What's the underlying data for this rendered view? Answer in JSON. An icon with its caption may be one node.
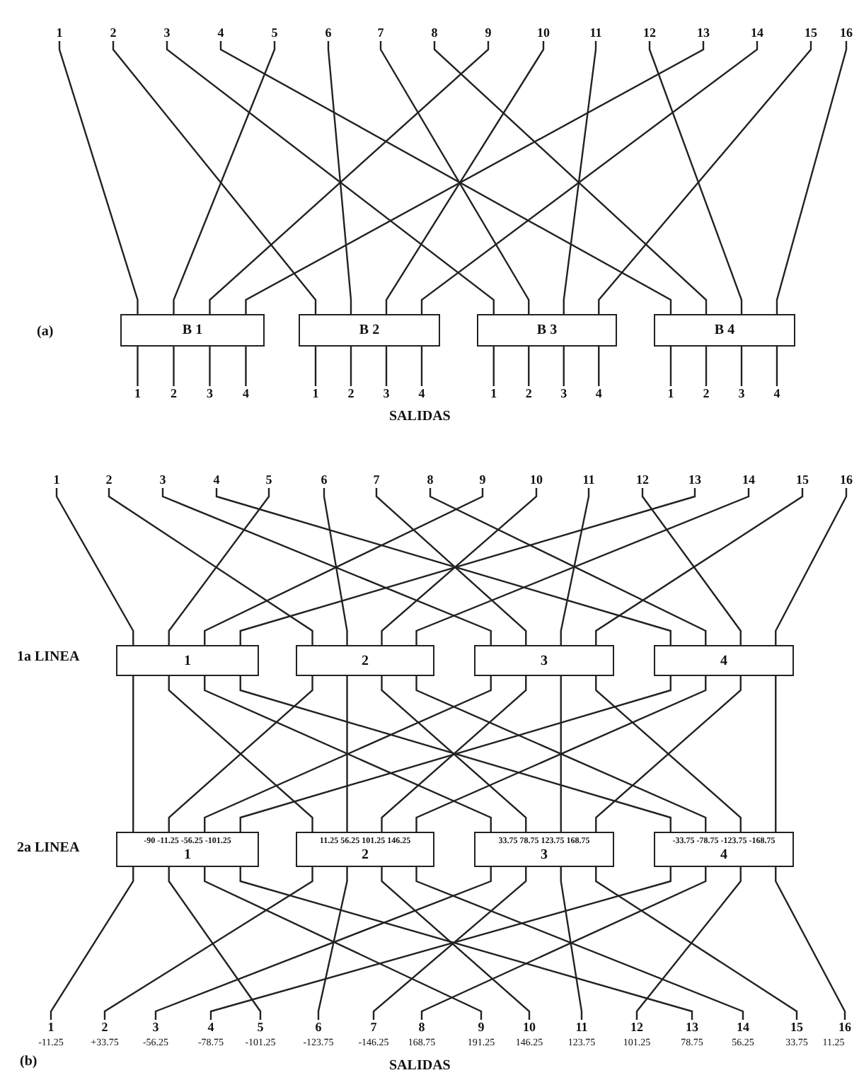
{
  "diagram": {
    "nodes": [
      {
        "text": [
          "1"
        ]
      },
      {
        "text": [
          "2"
        ]
      },
      {
        "text": [
          "3"
        ]
      },
      {
        "text": [
          "4"
        ]
      },
      {
        "text": [
          "5"
        ]
      },
      {
        "text": [
          "6"
        ]
      },
      {
        "text": [
          "7"
        ]
      },
      {
        "text": [
          "8"
        ]
      },
      {
        "text": [
          "9"
        ]
      },
      {
        "text": [
          "10"
        ]
      },
      {
        "text": [
          "11"
        ]
      },
      {
        "text": [
          "12"
        ]
      },
      {
        "text": [
          "13"
        ]
      },
      {
        "text": [
          "14"
        ]
      },
      {
        "text": [
          "15"
        ]
      },
      {
        "text": [
          "16"
        ]
      },
      {
        "text": [
          "B 1"
        ]
      },
      {
        "text": [
          "B 2"
        ]
      },
      {
        "text": [
          "B 3"
        ]
      },
      {
        "text": [
          "B 4"
        ]
      },
      {
        "text": [
          "1"
        ]
      },
      {
        "text": [
          "2"
        ]
      },
      {
        "text": [
          "3"
        ]
      },
      {
        "text": [
          "4"
        ]
      },
      {
        "text": [
          "1"
        ]
      },
      {
        "text": [
          "2"
        ]
      },
      {
        "text": [
          "3"
        ]
      },
      {
        "text": [
          "4"
        ]
      },
      {
        "text": [
          "1"
        ]
      },
      {
        "text": [
          "2"
        ]
      },
      {
        "text": [
          "3"
        ]
      },
      {
        "text": [
          "4"
        ]
      },
      {
        "text": [
          "1"
        ]
      },
      {
        "text": [
          "2"
        ]
      },
      {
        "text": [
          "3"
        ]
      },
      {
        "text": [
          "4"
        ]
      },
      {
        "text": [
          "1"
        ]
      },
      {
        "text": [
          "2"
        ]
      },
      {
        "text": [
          "3"
        ]
      },
      {
        "text": [
          "4"
        ]
      },
      {
        "text": [
          "5"
        ]
      },
      {
        "text": [
          "6"
        ]
      },
      {
        "text": [
          "7"
        ]
      },
      {
        "text": [
          "8"
        ]
      },
      {
        "text": [
          "9"
        ]
      },
      {
        "text": [
          "10"
        ]
      },
      {
        "text": [
          "11"
        ]
      },
      {
        "text": [
          "12"
        ]
      },
      {
        "text": [
          "13"
        ]
      },
      {
        "text": [
          "14"
        ]
      },
      {
        "text": [
          "15"
        ]
      },
      {
        "text": [
          "16"
        ]
      },
      {
        "text": [
          "1"
        ]
      },
      {
        "text": [
          "2"
        ]
      },
      {
        "text": [
          "3"
        ]
      },
      {
        "text": [
          "4"
        ]
      },
      {
        "text": [
          "-90 -11.25 -56.25 -101.25",
          "1"
        ]
      },
      {
        "text": [
          "11.25 56.25 101.25 146.25",
          "2"
        ]
      },
      {
        "text": [
          "33.75 78.75 123.75 168.75",
          "3"
        ]
      },
      {
        "text": [
          "-33.75 -78.75 -123.75 -168.75",
          "4"
        ]
      },
      {
        "text": [
          "1"
        ],
        "beside": [
          "-11.25"
        ]
      },
      {
        "text": [
          "2"
        ],
        "beside": [
          "+33.75"
        ]
      },
      {
        "text": [
          "3"
        ],
        "beside": [
          "-56.25"
        ]
      },
      {
        "text": [
          "4"
        ],
        "beside": [
          "-78.75"
        ]
      },
      {
        "text": [
          "5"
        ],
        "beside": [
          "-101.25"
        ]
      },
      {
        "text": [
          "6"
        ],
        "beside": [
          "-123.75"
        ]
      },
      {
        "text": [
          "7"
        ],
        "beside": [
          "-146.25"
        ]
      },
      {
        "text": [
          "8"
        ],
        "beside": [
          "168.75"
        ]
      },
      {
        "text": [
          "9"
        ],
        "beside": [
          "191.25"
        ]
      },
      {
        "text": [
          "10"
        ],
        "beside": [
          "146.25"
        ]
      },
      {
        "text": [
          "11"
        ],
        "beside": [
          "123.75"
        ]
      },
      {
        "text": [
          "12"
        ],
        "beside": [
          "101.25"
        ]
      },
      {
        "text": [
          "13"
        ],
        "beside": [
          "78.75"
        ]
      },
      {
        "text": [
          "14"
        ],
        "beside": [
          "56.25"
        ]
      },
      {
        "text": [
          "15"
        ],
        "beside": [
          "33.75"
        ]
      },
      {
        "text": [
          "16"
        ],
        "beside": [
          "11.25"
        ]
      }
    ],
    "edges": [
      {
        "from": 0,
        "to": 16,
        "arrow": "none"
      },
      {
        "from": 4,
        "to": 16,
        "arrow": "none"
      },
      {
        "from": 8,
        "to": 16,
        "arrow": "none"
      },
      {
        "from": 12,
        "to": 16,
        "arrow": "none"
      },
      {
        "from": 1,
        "to": 17,
        "arrow": "none"
      },
      {
        "from": 5,
        "to": 17,
        "arrow": "none"
      },
      {
        "from": 9,
        "to": 17,
        "arrow": "none"
      },
      {
        "from": 13,
        "to": 17,
        "arrow": "none"
      },
      {
        "from": 2,
        "to": 18,
        "arrow": "none"
      },
      {
        "from": 6,
        "to": 18,
        "arrow": "none"
      },
      {
        "from": 10,
        "to": 18,
        "arrow": "none"
      },
      {
        "from": 14,
        "to": 18,
        "arrow": "none"
      },
      {
        "from": 3,
        "to": 19,
        "arrow": "none"
      },
      {
        "from": 7,
        "to": 19,
        "arrow": "none"
      },
      {
        "from": 11,
        "to": 19,
        "arrow": "none"
      },
      {
        "from": 15,
        "to": 19,
        "arrow": "none"
      },
      {
        "from": 16,
        "to": 20,
        "arrow": "none"
      },
      {
        "from": 16,
        "to": 21,
        "arrow": "none"
      },
      {
        "from": 16,
        "to": 22,
        "arrow": "none"
      },
      {
        "from": 16,
        "to": 23,
        "arrow": "none"
      },
      {
        "from": 17,
        "to": 24,
        "arrow": "none"
      },
      {
        "from": 17,
        "to": 25,
        "arrow": "none"
      },
      {
        "from": 17,
        "to": 26,
        "arrow": "none"
      },
      {
        "from": 17,
        "to": 27,
        "arrow": "none"
      },
      {
        "from": 18,
        "to": 28,
        "arrow": "none"
      },
      {
        "from": 18,
        "to": 29,
        "arrow": "none"
      },
      {
        "from": 18,
        "to": 30,
        "arrow": "none"
      },
      {
        "from": 18,
        "to": 31,
        "arrow": "none"
      },
      {
        "from": 19,
        "to": 32,
        "arrow": "none"
      },
      {
        "from": 19,
        "to": 33,
        "arrow": "none"
      },
      {
        "from": 19,
        "to": 34,
        "arrow": "none"
      },
      {
        "from": 19,
        "to": 35,
        "arrow": "none"
      },
      {
        "from": 36,
        "to": 52,
        "arrow": "none"
      },
      {
        "from": 40,
        "to": 52,
        "arrow": "none"
      },
      {
        "from": 44,
        "to": 52,
        "arrow": "none"
      },
      {
        "from": 48,
        "to": 52,
        "arrow": "none"
      },
      {
        "from": 37,
        "to": 53,
        "arrow": "none"
      },
      {
        "from": 41,
        "to": 53,
        "arrow": "none"
      },
      {
        "from": 45,
        "to": 53,
        "arrow": "none"
      },
      {
        "from": 49,
        "to": 53,
        "arrow": "none"
      },
      {
        "from": 38,
        "to": 54,
        "arrow": "none"
      },
      {
        "from": 42,
        "to": 54,
        "arrow": "none"
      },
      {
        "from": 46,
        "to": 54,
        "arrow": "none"
      },
      {
        "from": 50,
        "to": 54,
        "arrow": "none"
      },
      {
        "from": 39,
        "to": 55,
        "arrow": "none"
      },
      {
        "from": 43,
        "to": 55,
        "arrow": "none"
      },
      {
        "from": 47,
        "to": 55,
        "arrow": "none"
      },
      {
        "from": 51,
        "to": 55,
        "arrow": "none"
      },
      {
        "from": 52,
        "to": 56,
        "arrow": "none"
      },
      {
        "from": 52,
        "to": 57,
        "arrow": "none"
      },
      {
        "from": 52,
        "to": 58,
        "arrow": "none"
      },
      {
        "from": 52,
        "to": 59,
        "arrow": "none"
      },
      {
        "from": 53,
        "to": 56,
        "arrow": "none"
      },
      {
        "from": 53,
        "to": 57,
        "arrow": "none"
      },
      {
        "from": 53,
        "to": 58,
        "arrow": "none"
      },
      {
        "from": 53,
        "to": 59,
        "arrow": "none"
      },
      {
        "from": 54,
        "to": 56,
        "arrow": "none"
      },
      {
        "from": 54,
        "to": 57,
        "arrow": "none"
      },
      {
        "from": 54,
        "to": 58,
        "arrow": "none"
      },
      {
        "from": 54,
        "to": 59,
        "arrow": "none"
      },
      {
        "from": 55,
        "to": 56,
        "arrow": "none"
      },
      {
        "from": 55,
        "to": 57,
        "arrow": "none"
      },
      {
        "from": 55,
        "to": 58,
        "arrow": "none"
      },
      {
        "from": 55,
        "to": 59,
        "arrow": "none"
      },
      {
        "from": 56,
        "to": 60,
        "arrow": "none"
      },
      {
        "from": 56,
        "to": 64,
        "arrow": "none"
      },
      {
        "from": 56,
        "to": 68,
        "arrow": "none"
      },
      {
        "from": 56,
        "to": 72,
        "arrow": "none"
      },
      {
        "from": 57,
        "to": 61,
        "arrow": "none"
      },
      {
        "from": 57,
        "to": 65,
        "arrow": "none"
      },
      {
        "from": 57,
        "to": 69,
        "arrow": "none"
      },
      {
        "from": 57,
        "to": 73,
        "arrow": "none"
      },
      {
        "from": 58,
        "to": 62,
        "arrow": "none"
      },
      {
        "from": 58,
        "to": 66,
        "arrow": "none"
      },
      {
        "from": 58,
        "to": 70,
        "arrow": "none"
      },
      {
        "from": 58,
        "to": 74,
        "arrow": "none"
      },
      {
        "from": 59,
        "to": 63,
        "arrow": "none"
      },
      {
        "from": 59,
        "to": 67,
        "arrow": "none"
      },
      {
        "from": 59,
        "to": 71,
        "arrow": "none"
      },
      {
        "from": 59,
        "to": 75,
        "arrow": "none"
      }
    ],
    "labels": [
      "(a)",
      "SALIDAS",
      "1a LINEA",
      "2a LINEA",
      "(b)",
      "SALIDAS"
    ]
  }
}
